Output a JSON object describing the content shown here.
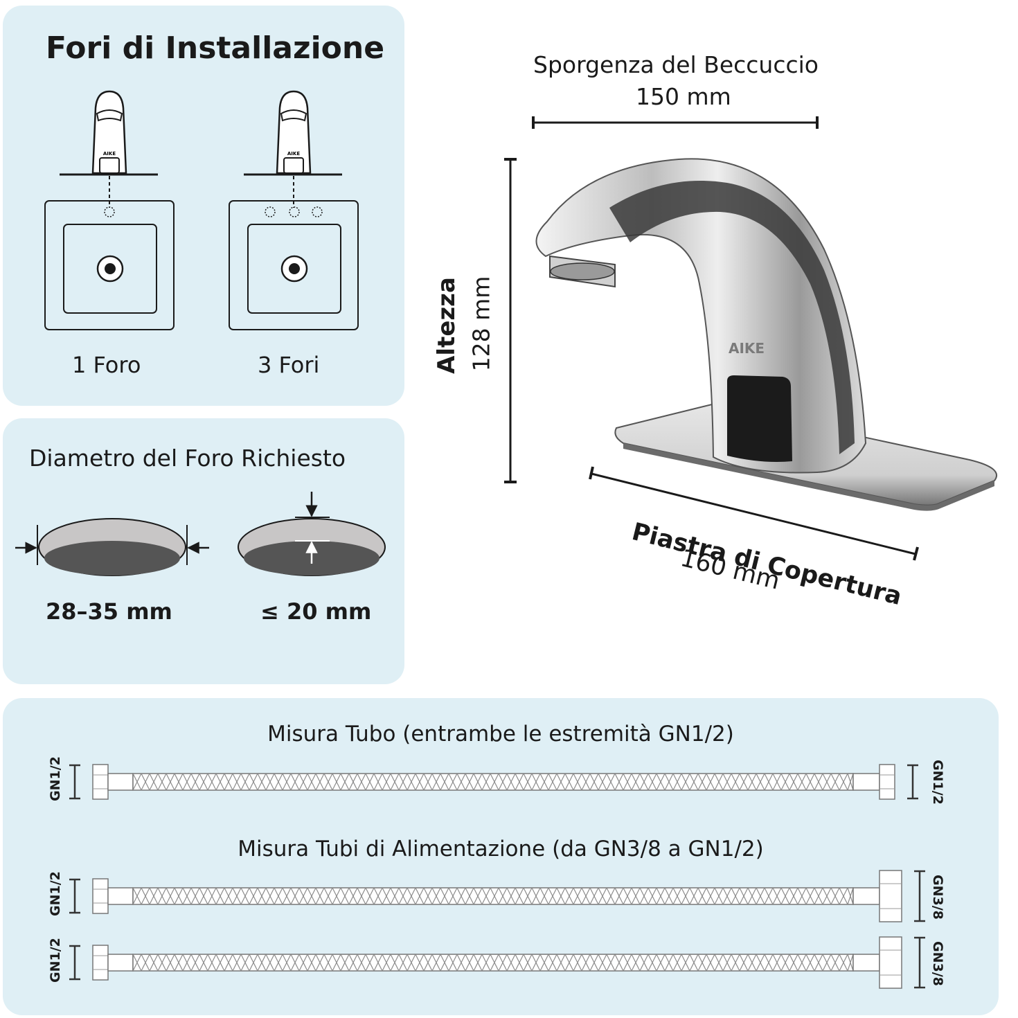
{
  "installation": {
    "title": "Fori di Installazione",
    "one_hole_label": "1 Foro",
    "three_hole_label": "3 Fori",
    "faucet_brand": "AIKE"
  },
  "hole_diameter": {
    "title": "Diametro del Foro Richiesto",
    "diameter_label": "28–35 mm",
    "thickness_label": "≤ 20 mm"
  },
  "faucet": {
    "brand": "AIKE",
    "spout_reach_label": "Sporgenza del Beccuccio",
    "spout_reach_value": "150 mm",
    "height_label": "Altezza",
    "height_value": "128 mm",
    "cover_plate_label": "Piastra di Copertura",
    "cover_plate_value": "160 mm"
  },
  "hoses": {
    "hose_title": "Misura Tubo (entrambe le estremità GN1/2)",
    "hose_left": "GN1/2",
    "hose_right": "GN1/2",
    "supply_title": "Misura Tubi di Alimentazione (da GN3/8 a GN1/2)",
    "supply1_left": "GN1/2",
    "supply1_right": "GN3/8",
    "supply2_left": "GN1/2",
    "supply2_right": "GN3/8"
  },
  "colors": {
    "panel": "#dfeff5",
    "line": "#1a1a1a",
    "hole_rim": "#c8c6c6",
    "hole_inner": "#555555"
  }
}
